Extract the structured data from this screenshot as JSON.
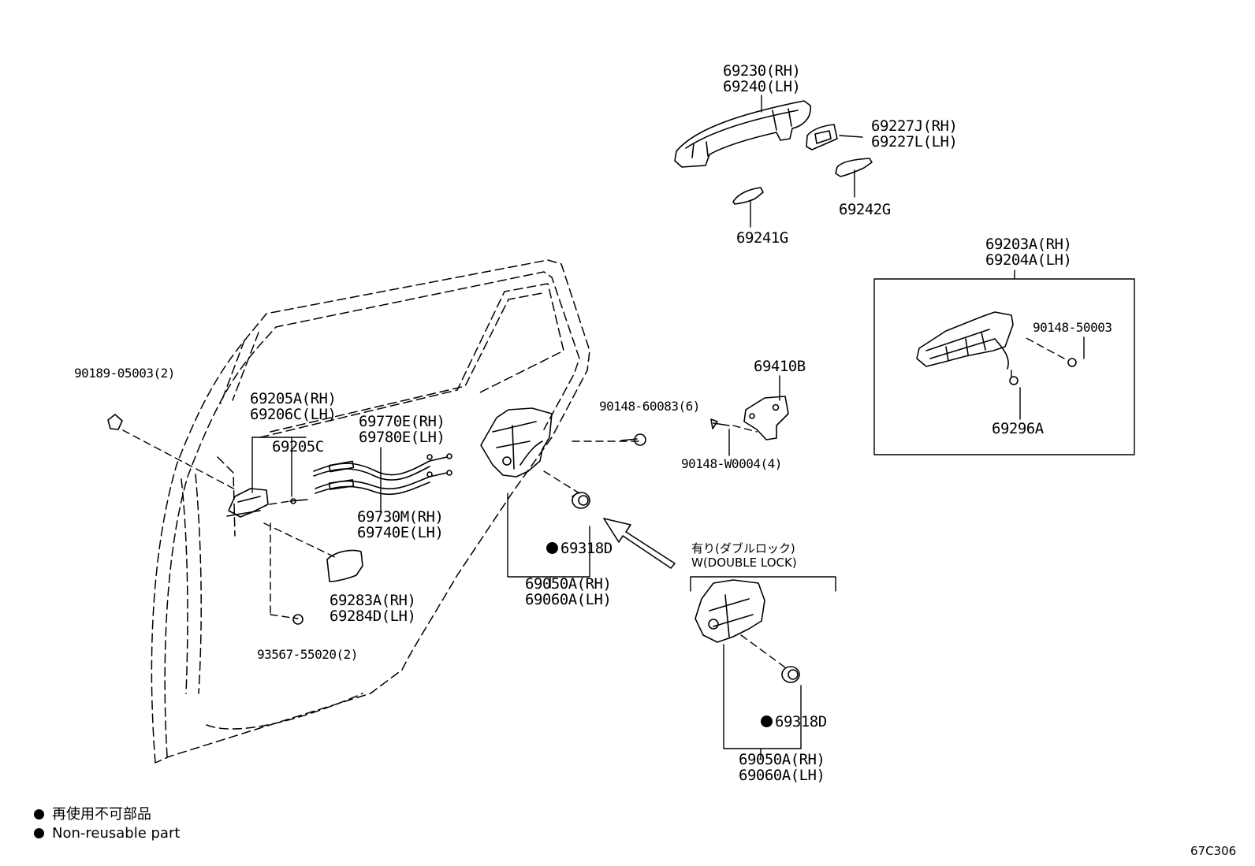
{
  "parts": {
    "outside_handle": [
      "69230(RH)",
      "69240(LH)"
    ],
    "handle_cover": [
      "69227J(RH)",
      "69227L(LH)"
    ],
    "pad_69242g": "69242G",
    "pad_69241g": "69241G",
    "frame": [
      "69203A(RH)",
      "69204A(LH)"
    ],
    "screw_90148_50003": "90148-50003",
    "screw_69296a": "69296A",
    "striker": "69410B",
    "screw_90148_60083": "90148-60083(6)",
    "screw_90148_w0004": "90148-W0004(4)",
    "clip_90189": "90189-05003(2)",
    "inside_handle": [
      "69205A(RH)",
      "69206C(LH)"
    ],
    "inside_handle_c": "69205C",
    "cable_upper": [
      "69770E(RH)",
      "69780E(LH)"
    ],
    "cable_lower": [
      "69730M(RH)",
      "69740E(LH)"
    ],
    "cover_69283": [
      "69283A(RH)",
      "69284D(LH)"
    ],
    "screw_93567": "93567-55020(2)",
    "seal_main": "69318D",
    "lock_main": [
      "69050A(RH)",
      "69060A(LH)"
    ],
    "seal_double": "69318D",
    "lock_double": [
      "69050A(RH)",
      "69060A(LH)"
    ]
  },
  "double_lock_note": [
    "有り(ダブルロック)",
    "W(DOUBLE LOCK)"
  ],
  "legend": [
    "再使用不可部品",
    "Non-reusable part"
  ],
  "diagram_code": "67C306"
}
